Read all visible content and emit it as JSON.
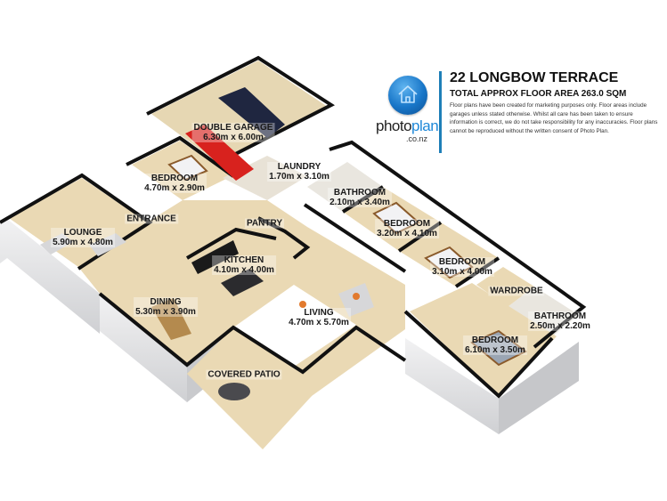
{
  "header": {
    "title": "22 LONGBOW TERRACE",
    "subtitle": "TOTAL APPROX FLOOR AREA 263.0 SQM",
    "disclaimer": "Floor plans have been created for marketing purposes only. Floor areas include garages unless stated otherwise. Whilst all care has been taken to ensure information is correct, we do not take responsibility for any inaccuracies. Floor plans cannot be reproduced without the written consent of Photo Plan."
  },
  "brand": {
    "name_part1": "photo",
    "name_part2": "plan",
    "tld": ".co.nz",
    "icon": "house-icon",
    "accent_color": "#1e88d8"
  },
  "rooms": [
    {
      "name": "DOUBLE GARAGE",
      "dims": "6.30m x 6.00m"
    },
    {
      "name": "LAUNDRY",
      "dims": "1.70m x 3.10m"
    },
    {
      "name": "BEDROOM",
      "dims": "4.70m x 2.90m"
    },
    {
      "name": "BATHROOM",
      "dims": "2.10m x 3.40m"
    },
    {
      "name": "BEDROOM",
      "dims": "3.20m x 4.10m"
    },
    {
      "name": "BEDROOM",
      "dims": "3.10m x 4.00m"
    },
    {
      "name": "WARDROBE",
      "dims": ""
    },
    {
      "name": "BATHROOM",
      "dims": "2.50m x 2.20m"
    },
    {
      "name": "BEDROOM",
      "dims": "6.10m x 3.50m"
    },
    {
      "name": "LOUNGE",
      "dims": "5.90m x 4.80m"
    },
    {
      "name": "ENTRANCE",
      "dims": ""
    },
    {
      "name": "PANTRY",
      "dims": ""
    },
    {
      "name": "KITCHEN",
      "dims": "4.10m x 4.00m"
    },
    {
      "name": "DINING",
      "dims": "5.30m x 3.90m"
    },
    {
      "name": "LIVING",
      "dims": "4.70m x 5.70m"
    },
    {
      "name": "COVERED PATIO",
      "dims": ""
    }
  ],
  "colors": {
    "floor": "#ead9b4",
    "wall_top": "#111111",
    "wall_face": "#d9dadc",
    "garage_floor": "#e6d7b3"
  }
}
